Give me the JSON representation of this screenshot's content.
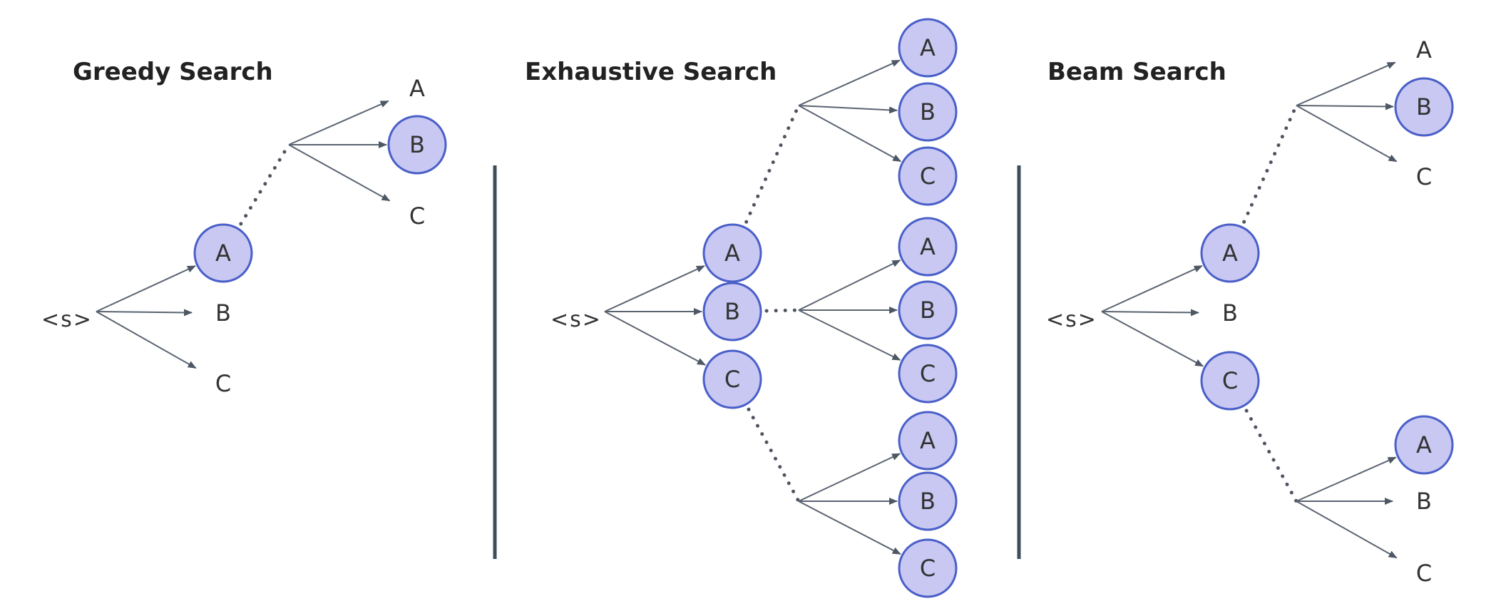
{
  "panels": [
    {
      "title": "Greedy Search",
      "start_label": "<s>",
      "level1": [
        {
          "label": "A",
          "selected": true
        },
        {
          "label": "B",
          "selected": false
        },
        {
          "label": "C",
          "selected": false
        }
      ],
      "level2": [
        {
          "from": "A",
          "children": [
            {
              "label": "A",
              "selected": false
            },
            {
              "label": "B",
              "selected": true
            },
            {
              "label": "C",
              "selected": false
            }
          ]
        }
      ]
    },
    {
      "title": "Exhaustive Search",
      "start_label": "<s>",
      "level1": [
        {
          "label": "A",
          "selected": true
        },
        {
          "label": "B",
          "selected": true
        },
        {
          "label": "C",
          "selected": true
        }
      ],
      "level2": [
        {
          "from": "A",
          "children": [
            {
              "label": "A",
              "selected": true
            },
            {
              "label": "B",
              "selected": true
            },
            {
              "label": "C",
              "selected": true
            }
          ]
        },
        {
          "from": "B",
          "children": [
            {
              "label": "A",
              "selected": true
            },
            {
              "label": "B",
              "selected": true
            },
            {
              "label": "C",
              "selected": true
            }
          ]
        },
        {
          "from": "C",
          "children": [
            {
              "label": "A",
              "selected": true
            },
            {
              "label": "B",
              "selected": true
            },
            {
              "label": "C",
              "selected": true
            }
          ]
        }
      ]
    },
    {
      "title": "Beam Search",
      "start_label": "<s>",
      "level1": [
        {
          "label": "A",
          "selected": true
        },
        {
          "label": "B",
          "selected": false
        },
        {
          "label": "C",
          "selected": true
        }
      ],
      "level2": [
        {
          "from": "A",
          "children": [
            {
              "label": "A",
              "selected": false
            },
            {
              "label": "B",
              "selected": true
            },
            {
              "label": "C",
              "selected": false
            }
          ]
        },
        {
          "from": "C",
          "children": [
            {
              "label": "A",
              "selected": true
            },
            {
              "label": "B",
              "selected": false
            },
            {
              "label": "C",
              "selected": false
            }
          ]
        }
      ]
    }
  ],
  "colors": {
    "node_fill": "#c8c8f2",
    "node_stroke": "#4a5fc8",
    "edge": "#5a6470",
    "divider": "#3d4d5a"
  }
}
